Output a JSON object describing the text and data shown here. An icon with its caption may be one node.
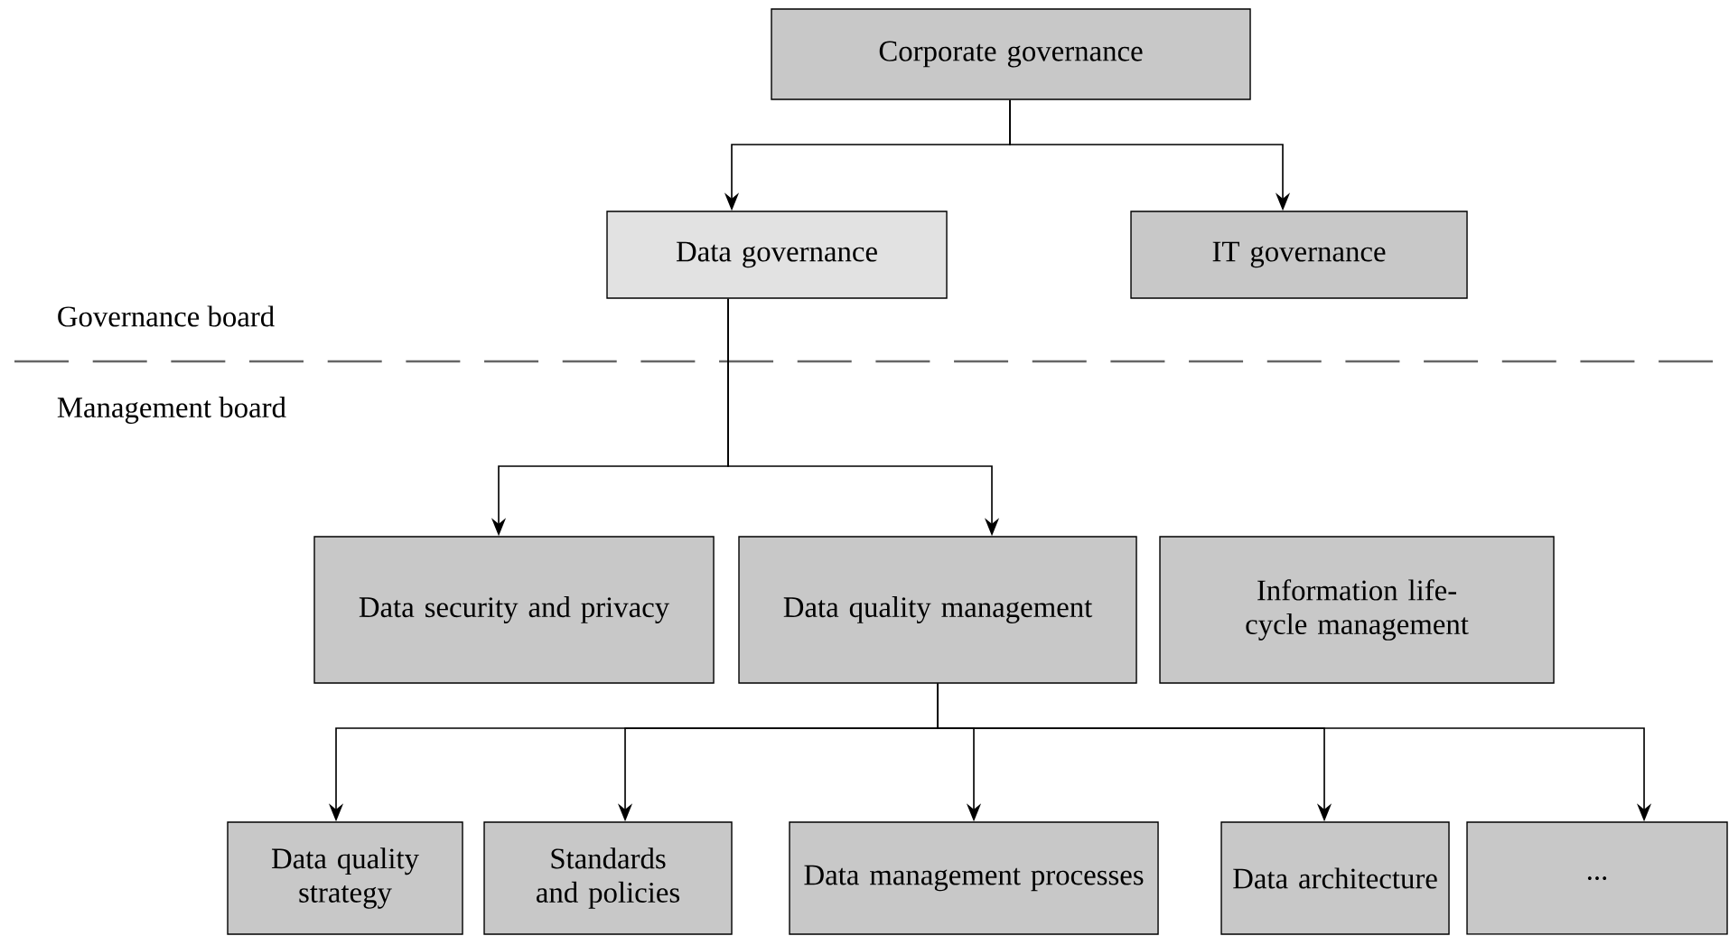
{
  "diagram": {
    "nodes": [
      {
        "text": [
          "Corporate governance"
        ]
      },
      {
        "text": [
          "Data governance"
        ]
      },
      {
        "text": [
          "IT governance"
        ]
      },
      {
        "text": [
          "Data security and privacy"
        ]
      },
      {
        "text": [
          "Data quality management"
        ]
      },
      {
        "text": [
          "Information life-cycle management"
        ]
      },
      {
        "text": [
          "Data quality strategy"
        ]
      },
      {
        "text": [
          "Standards and policies"
        ]
      },
      {
        "text": [
          "Data management processes"
        ]
      },
      {
        "text": [
          "Data architecture"
        ]
      },
      {
        "text": [
          "..."
        ]
      }
    ],
    "edges": [
      {
        "from": 0,
        "to": 1,
        "arrow": "to"
      },
      {
        "from": 0,
        "to": 2,
        "arrow": "to"
      },
      {
        "from": 1,
        "to": 3,
        "arrow": "to"
      },
      {
        "from": 1,
        "to": 4,
        "arrow": "to"
      },
      {
        "from": 4,
        "to": 6,
        "arrow": "to"
      },
      {
        "from": 4,
        "to": 7,
        "arrow": "to"
      },
      {
        "from": 4,
        "to": 8,
        "arrow": "to"
      },
      {
        "from": 4,
        "to": 9,
        "arrow": "to"
      },
      {
        "from": 4,
        "to": 10,
        "arrow": "to"
      }
    ],
    "labels": [
      "Governance board",
      "Management board"
    ]
  }
}
